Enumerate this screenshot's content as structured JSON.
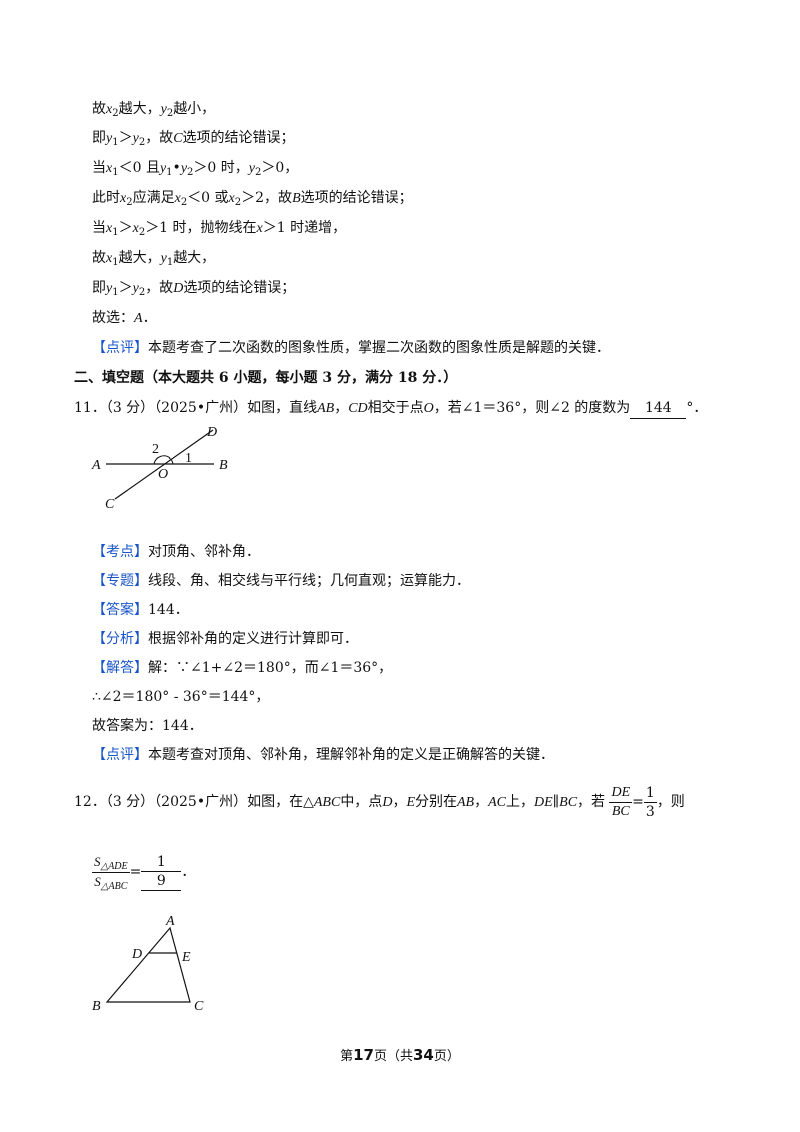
{
  "solution": {
    "l1": {
      "a": "故",
      "b": "越大，",
      "c": "越小，",
      "x": "x",
      "y": "y",
      "s2": "2"
    },
    "l2": {
      "a": "即",
      "gt": "＞",
      "b": "，故",
      "opt": "C",
      "c": "选项的结论错误；",
      "y": "y",
      "s1": "1",
      "s2": "2"
    },
    "l3": {
      "a": "当",
      "b": "＜0 且",
      "dot": "•",
      "c": "＞0 时，",
      "d": "＞0，",
      "x": "x",
      "y": "y",
      "s1": "1",
      "s2": "2"
    },
    "l4": {
      "a": "此时",
      "b": "应满足",
      "c": "＜0 或",
      "d": "＞2，故",
      "opt": "B",
      "e": "选项的结论错误；",
      "x": "x",
      "s2": "2"
    },
    "l5": {
      "a": "当",
      "gt": "＞",
      "b": "＞1 时，抛物线在",
      "c": "＞1 时递增，",
      "x": "x",
      "s1": "1",
      "s2": "2"
    },
    "l6": {
      "a": "故",
      "b": "越大，",
      "c": "越大，",
      "x": "x",
      "y": "y",
      "s1": "1"
    },
    "l7": {
      "a": "即",
      "gt": "＞",
      "b": "，故",
      "opt": "D",
      "c": "选项的结论错误；",
      "y": "y",
      "s1": "1",
      "s2": "2"
    },
    "l8": {
      "a": "故选：",
      "opt": "A",
      "end": "．"
    },
    "review": {
      "tag": "【点评】",
      "text": "本题考查了二次函数的图象性质，掌握二次函数的图象性质是解题的关键．"
    }
  },
  "section2": {
    "title": "二、填空题（本大题共 6 小题，每小题 3 分，满分 18 分．）"
  },
  "q11": {
    "num": "11．",
    "score": "（3 分）",
    "src": "（2025•广州）",
    "t1": "如图，直线",
    "AB": "AB",
    "comma": "，",
    "CD": "CD",
    "t2": "相交于点",
    "O": "O",
    "t3": "，若∠1＝36°，则∠2 的度数为",
    "answer": "144",
    "t4": "°．",
    "figure": {
      "A": "A",
      "B": "B",
      "C": "C",
      "D": "D",
      "O": "O",
      "one": "1",
      "two": "2"
    },
    "kaodian": {
      "tag": "【考点】",
      "text": "对顶角、邻补角．"
    },
    "zhuanti": {
      "tag": "【专题】",
      "text": "线段、角、相交线与平行线；几何直观；运算能力．"
    },
    "daan": {
      "tag": "【答案】",
      "text": "144．"
    },
    "fenxi": {
      "tag": "【分析】",
      "text": "根据邻补角的定义进行计算即可．"
    },
    "jieda": {
      "tag": "【解答】",
      "text": "解：∵∠1+∠2＝180°，而∠1＝36°，"
    },
    "step2": "∴∠2＝180° ‑ 36°＝144°，",
    "step3": "故答案为：144．",
    "dianping": {
      "tag": "【点评】",
      "text": "本题考查对顶角、邻补角，理解邻补角的定义是正确解答的关键．"
    }
  },
  "q12": {
    "num": "12．",
    "score": "（3 分）",
    "src": "（2025•广州）",
    "t1": "如图，在△",
    "ABC": "ABC",
    "t2": "中，点",
    "D": "D",
    "comma": "，",
    "E": "E",
    "t3": "分别在",
    "AB": "AB",
    "AC": "AC",
    "t4": "上，",
    "DE": "DE",
    "par": "∥",
    "BC": "BC",
    "t5": "，若",
    "eq": "=",
    "one": "1",
    "three": "3",
    "t6": "，则",
    "S": "S",
    "subADE": "△ADE",
    "subABC": "△ABC",
    "answer_num": "1",
    "answer_den": "9",
    "end": "．",
    "figure": {
      "A": "A",
      "B": "B",
      "C": "C",
      "D": "D",
      "E": "E"
    }
  },
  "footer": {
    "pre": "第",
    "page": "17",
    "mid": "页（共",
    "total": "34",
    "post": "页）"
  }
}
